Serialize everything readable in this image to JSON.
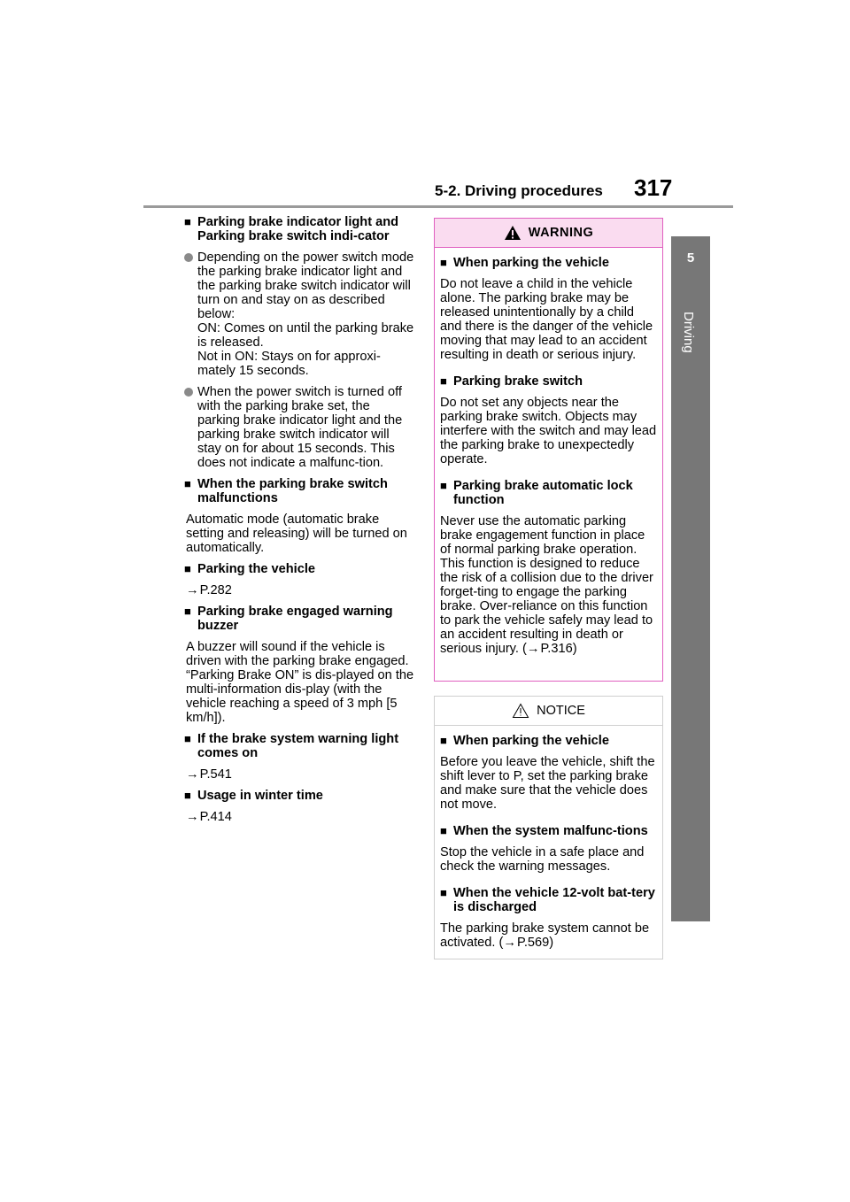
{
  "header": {
    "section_title": "5-2. Driving procedures",
    "page_number": "317"
  },
  "side_tab": {
    "chapter_number": "5",
    "chapter_label": "Driving"
  },
  "left_column": {
    "s1_heading": "Parking brake indicator light and Parking brake switch indi-cator",
    "s1_bullet1": "Depending on the power switch mode the parking brake indicator light and the parking brake switch indicator will turn on and stay on as described below:",
    "s1_bullet1_on": "ON: Comes on until the parking brake is released.",
    "s1_bullet1_noton": "Not in ON: Stays on for approxi-mately 15 seconds.",
    "s1_bullet2": "When the power switch is turned off with the parking brake set, the parking brake indicator light and the parking brake switch indicator will stay on for about 15 seconds. This does not indicate a malfunc-tion.",
    "s2_heading": "When the parking brake switch malfunctions",
    "s2_text": "Automatic mode (automatic brake setting and releasing) will be turned on automatically.",
    "s3_heading": "Parking the vehicle",
    "s3_ref": "P.282",
    "s4_heading": "Parking brake engaged warning buzzer",
    "s4_text": "A buzzer will sound if the vehicle is driven with the parking brake engaged. “Parking Brake ON” is dis-played on the multi-information dis-play (with the vehicle reaching a speed of 3 mph [5 km/h]).",
    "s5_heading": "If the brake system warning light comes on",
    "s5_ref": "P.541",
    "s6_heading": "Usage in winter time",
    "s6_ref": "P.414"
  },
  "warning": {
    "title": "WARNING",
    "w1_heading": "When parking the vehicle",
    "w1_text": "Do not leave a child in the vehicle alone. The parking brake may be released unintentionally by a child and there is the danger of the vehicle moving that may lead to an accident resulting in death or serious injury.",
    "w2_heading": "Parking brake switch",
    "w2_text": "Do not set any objects near the parking brake switch. Objects may interfere with the switch and may lead the parking brake to unexpectedly operate.",
    "w3_heading": "Parking brake automatic lock function",
    "w3_text": "Never use the automatic parking brake engagement function in place of normal parking brake operation. This function is designed to reduce the risk of a collision due to the driver forget-ting to engage the parking brake. Over-reliance on this function to park the vehicle safely may lead to an accident resulting in death or serious injury. (",
    "w3_ref": "P.316)"
  },
  "notice": {
    "title": "NOTICE",
    "n1_heading": "When parking the vehicle",
    "n1_text": "Before you leave the vehicle, shift the shift lever to P, set the parking brake and make sure that the vehicle does not move.",
    "n2_heading": "When the system malfunc-tions",
    "n2_text": "Stop the vehicle in a safe place and check the warning messages.",
    "n3_heading": "When the vehicle 12-volt bat-tery is discharged",
    "n3_text": "The parking brake system cannot be activated. (",
    "n3_ref": "P.569)"
  },
  "glyphs": {
    "square": "■",
    "arrow": "→"
  },
  "colors": {
    "warning_border": "#e060c0",
    "warning_header_bg": "#fadcf0",
    "side_tab": "#777777"
  }
}
